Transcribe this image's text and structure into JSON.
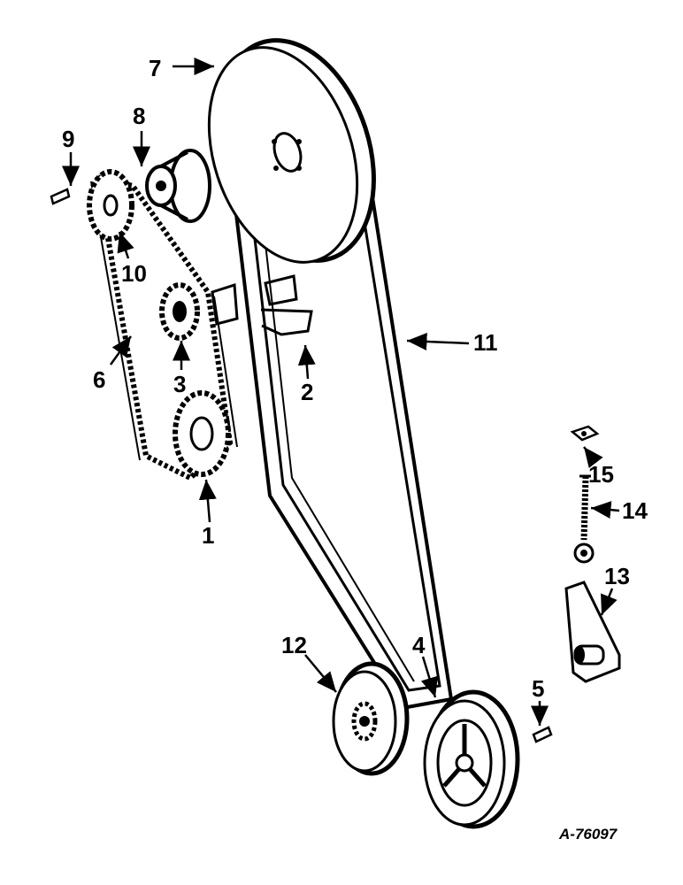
{
  "callouts": {
    "c1": "1",
    "c2": "2",
    "c3": "3",
    "c4": "4",
    "c5": "5",
    "c6": "6",
    "c7": "7",
    "c8": "8",
    "c9": "9",
    "c10": "10",
    "c11": "11",
    "c12": "12",
    "c13": "13",
    "c14": "14",
    "c15": "15"
  },
  "plate_id": "A-76097"
}
